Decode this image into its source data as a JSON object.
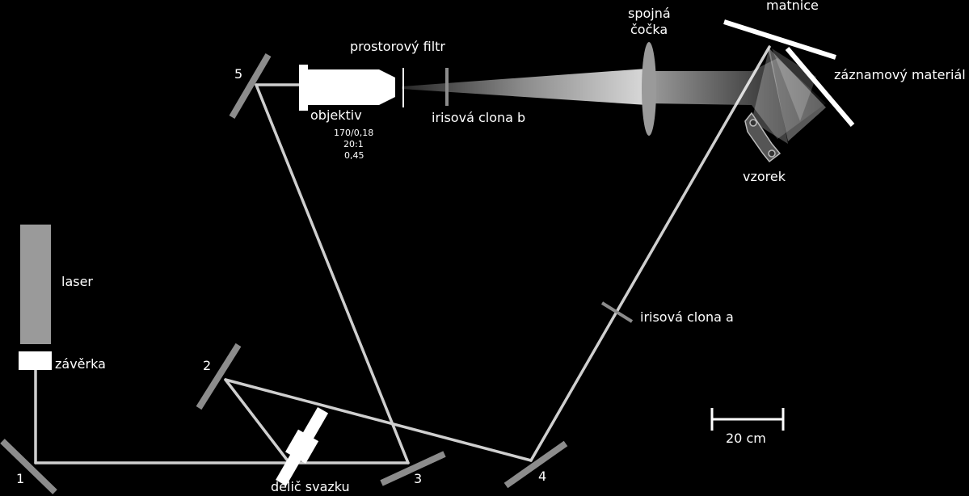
{
  "colors": {
    "background": "#000000",
    "beam": "#cfcfcf",
    "mirror": "#8c8c8c",
    "laser_body": "#9a9a9a",
    "text": "#ffffff"
  },
  "labels": {
    "laser": "laser",
    "shutter": "závěrka",
    "beam_splitter": "dělič svazku",
    "spatial_filter": "prostorový filtr",
    "objective": "objektiv",
    "objective_spec_1": "170/0,18",
    "objective_spec_2": "20:1",
    "objective_spec_3": "0,45",
    "iris_b": "irisová clona b",
    "iris_a": "irisová clona a",
    "converging_lens_line1": "spojná",
    "converging_lens_line2": "čočka",
    "ground_glass": "matnice",
    "recording_material": "záznamový materiál",
    "sample": "vzorek",
    "scale_bar": "20 cm"
  },
  "mirrors": [
    {
      "number": "1"
    },
    {
      "number": "2"
    },
    {
      "number": "3"
    },
    {
      "number": "4"
    },
    {
      "number": "5"
    }
  ]
}
